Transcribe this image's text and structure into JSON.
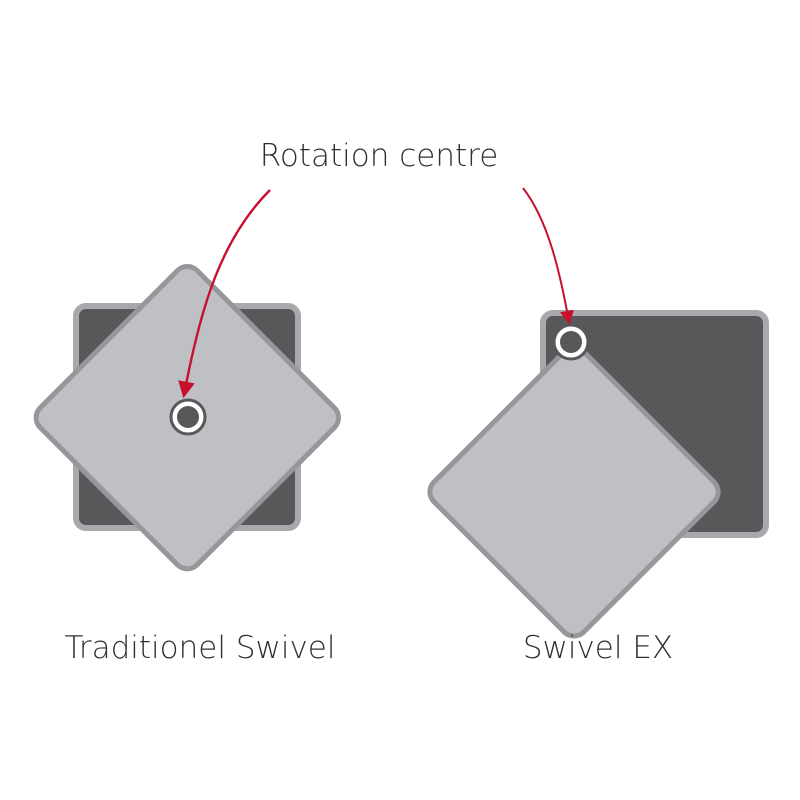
{
  "annotation": {
    "rotation_centre_label": "Rotation centre"
  },
  "panels": [
    {
      "caption": "Traditionel Swivel"
    },
    {
      "caption": "Swivel EX"
    }
  ],
  "colors": {
    "background": "#ffffff",
    "base_plate_fill": "#58585b",
    "base_plate_border": "#a8a9ad",
    "rotated_plate_fill": "#bfc0c3",
    "rotated_plate_border": "#96979b",
    "pivot_fill": "#58585b",
    "pivot_ring": "#ffffff",
    "arrow": "#c8102e",
    "text": "#2f2f33"
  },
  "icons": {
    "arrow_left": "red-curved-arrow-icon",
    "arrow_right": "red-curved-arrow-icon",
    "pivot": "rotation-pivot-icon"
  }
}
